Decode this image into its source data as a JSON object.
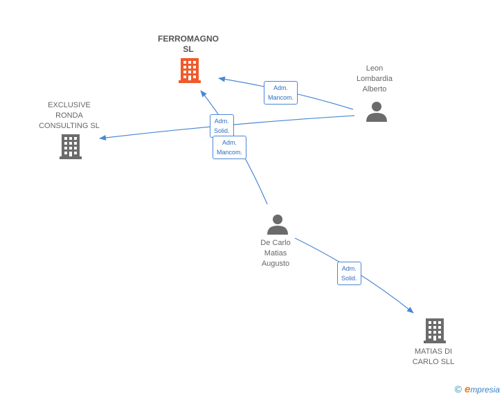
{
  "nodes": {
    "ferromagno": {
      "lines": [
        "FERROMAGNO",
        "SL"
      ],
      "icon": "building-icon",
      "color": "#f05a2a"
    },
    "exclusive": {
      "lines": [
        "EXCLUSIVE",
        "RONDA",
        "CONSULTING SL"
      ],
      "icon": "building-icon",
      "color": "#6b6b6b"
    },
    "leon": {
      "lines": [
        "Leon",
        "Lombardia",
        "Alberto"
      ],
      "icon": "person-icon",
      "color": "#6b6b6b"
    },
    "decarlo": {
      "lines": [
        "De Carlo",
        "Matias",
        "Augusto"
      ],
      "icon": "person-icon",
      "color": "#6b6b6b"
    },
    "matias": {
      "lines": [
        "MATIAS DI",
        "CARLO SLL"
      ],
      "icon": "building-icon",
      "color": "#6b6b6b"
    }
  },
  "edges": {
    "leon_ferromagno": [
      "Adm.",
      "Mancom."
    ],
    "leon_exclusive": [
      "Adm.",
      "Solid."
    ],
    "decarlo_ferromagno": [
      "Adm.",
      "Mancom."
    ],
    "decarlo_matias": [
      "Adm.",
      "Solid."
    ]
  },
  "colors": {
    "edge": "#4a86d4"
  },
  "footer": {
    "copyright": "©",
    "brand_initial": "e",
    "brand_rest": "mpresia"
  }
}
